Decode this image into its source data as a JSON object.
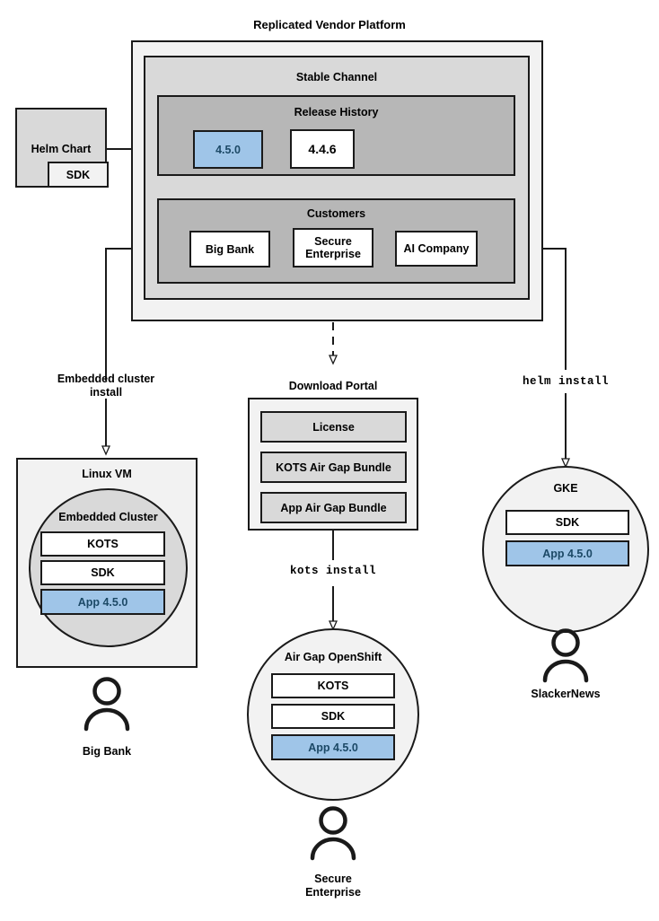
{
  "diagram": {
    "title": "Replicated Vendor Platform",
    "accent_blue_fill": "#9fc5e8",
    "accent_blue_border": "#3d85c6",
    "grey_outer": "#f2f2f2",
    "grey_mid": "#d9d9d9",
    "grey_inner": "#b7b7b7"
  },
  "helm_chart": {
    "label": "Helm Chart",
    "sdk_label": "SDK"
  },
  "platform": {
    "title": "Replicated Vendor Platform",
    "channel": {
      "title": "Stable Channel",
      "release_history": {
        "title": "Release History",
        "releases": [
          {
            "version": "4.5.0",
            "highlighted": true
          },
          {
            "version": "4.4.6",
            "highlighted": false
          }
        ]
      },
      "customers": {
        "title": "Customers",
        "list": [
          {
            "name": "Big Bank"
          },
          {
            "name": "Secure Enterprise"
          },
          {
            "name": "AI Company"
          }
        ]
      }
    }
  },
  "flows": {
    "embedded_install_label": "Embedded cluster install",
    "embedded_install_line1": "Embedded cluster",
    "embedded_install_line2": "install",
    "kots_install_label": "kots install",
    "helm_install_label": "helm install"
  },
  "linux_vm": {
    "title": "Linux VM",
    "cluster_title": "Embedded Cluster",
    "components": [
      {
        "label": "KOTS",
        "highlighted": false
      },
      {
        "label": "SDK",
        "highlighted": false
      },
      {
        "label": "App 4.5.0",
        "highlighted": true
      }
    ],
    "customer": "Big Bank"
  },
  "download_portal": {
    "title": "Download Portal",
    "items": [
      {
        "label": "License"
      },
      {
        "label": "KOTS Air Gap Bundle"
      },
      {
        "label": "App Air Gap Bundle"
      }
    ]
  },
  "airgap_openshift": {
    "title": "Air Gap OpenShift",
    "components": [
      {
        "label": "KOTS",
        "highlighted": false
      },
      {
        "label": "SDK",
        "highlighted": false
      },
      {
        "label": "App 4.5.0",
        "highlighted": true
      }
    ],
    "customer_line1": "Secure",
    "customer_line2": "Enterprise"
  },
  "gke": {
    "title": "GKE",
    "components": [
      {
        "label": "SDK",
        "highlighted": false
      },
      {
        "label": "App 4.5.0",
        "highlighted": true
      }
    ],
    "customer": "SlackerNews"
  },
  "icons": {
    "person": "person-icon",
    "arrow": "arrow-head-icon"
  }
}
